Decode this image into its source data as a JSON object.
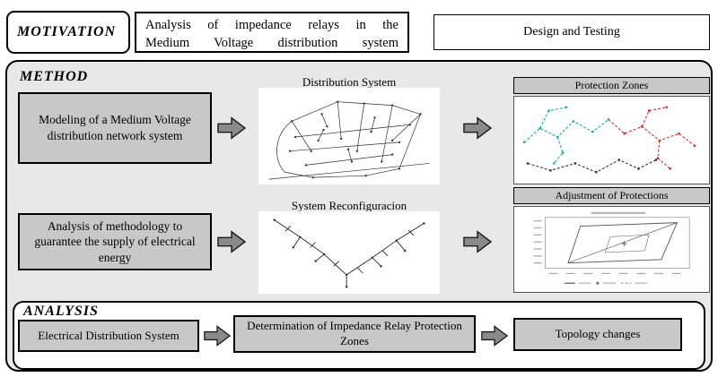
{
  "motivation": {
    "title": "MOTIVATION",
    "statement_lines": [
      "Analysis of impedance relays in the",
      "Medium Voltage distribution system"
    ],
    "design_testing": "Design and Testing"
  },
  "method": {
    "title": "METHOD",
    "modeling_box": "Modeling of a Medium Voltage distribution network system",
    "distribution_label": "Distribution System",
    "protection_zones_label": "Protection Zones",
    "adjustment_label": "Adjustment of Protections",
    "analysis_methodology_box": "Analysis of methodology to guarantee the supply of electrical energy",
    "reconfiguration_label": "System Reconfiguracion"
  },
  "analysis": {
    "title": "ANALYSIS",
    "step1": "Electrical Distribution System",
    "step2": "Determination of Impedance Relay Protection Zones",
    "step3": "Topology changes"
  },
  "colors": {
    "panel_bg": "#e8e8e8",
    "box_fill": "#c8c8c8",
    "arrow_fill": "#8a8a8a",
    "outline": "#000000",
    "zone_teal": "#19a6a0",
    "zone_red": "#cf2b2b",
    "node_blue": "#1f2d8a"
  }
}
